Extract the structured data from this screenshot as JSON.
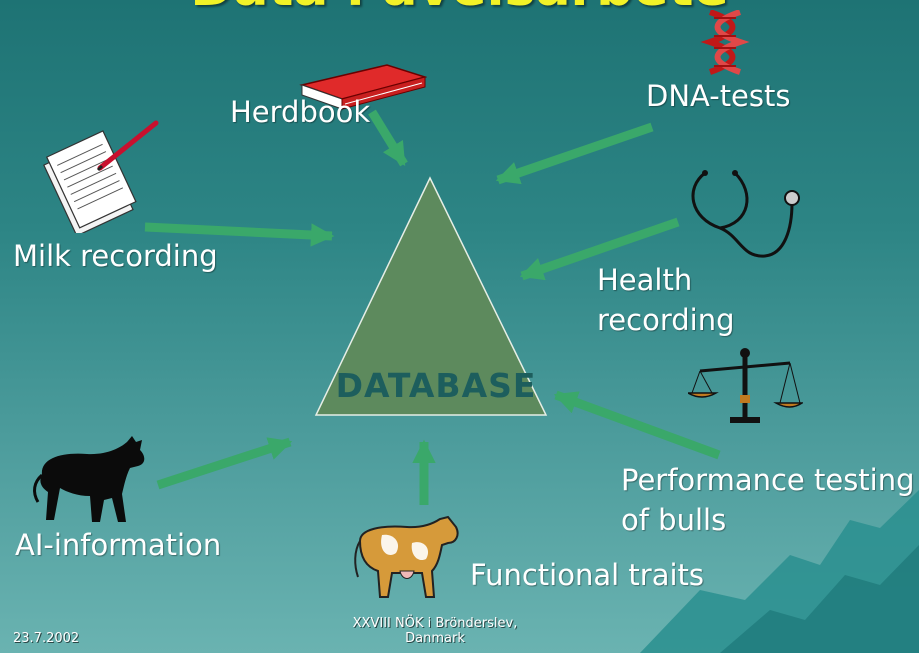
{
  "title": "Data i avelsarbete",
  "center": {
    "label": "DATABASE"
  },
  "sources": {
    "herdbook": "Herdbook",
    "dna_tests": "DNA-tests",
    "milk_recording": "Milk recording",
    "health_recording": [
      "Health",
      "recording"
    ],
    "performance_testing": [
      "Performance testing",
      "of bulls"
    ],
    "ai_information": "AI-information",
    "functional_traits": "Functional traits"
  },
  "footer": {
    "date": "23.7.2002",
    "event": [
      "XXVIII NÖK i Brönderslev,",
      "Danmark"
    ]
  },
  "colors": {
    "background": "#2d8585",
    "title": "#f2f227",
    "arrow": "#3aa86a",
    "triangle": "#5d8a5d",
    "database_text": "#1d5e5d"
  },
  "icons": [
    "book-icon",
    "dna-icon",
    "paper-pen-icon",
    "stethoscope-icon",
    "scale-icon",
    "bull-icon",
    "cow-icon"
  ]
}
